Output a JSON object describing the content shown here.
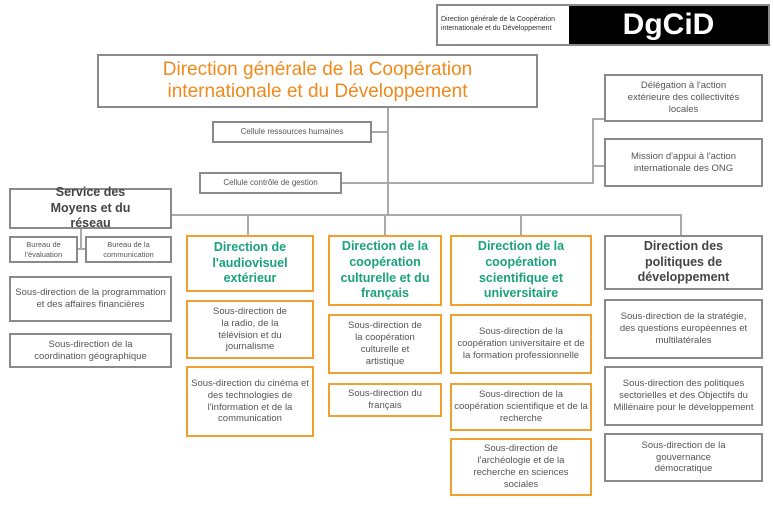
{
  "logo": {
    "caption": "Direction générale de la Coopération internationale et du Développement",
    "mark": "DgCiD"
  },
  "main": "Direction générale de la Coopération internationale et du Développement",
  "cellules": [
    "Cellule ressources humaines",
    "Cellule contrôle de gestion"
  ],
  "right": [
    "Délégation à l'action extérieure des collectivités locales",
    "Mission d'appui à l'action internationale des ONG"
  ],
  "service": {
    "title": "Service des Moyens et du réseau",
    "bureaux": [
      "Bureau de l'évaluation",
      "Bureau de la communication"
    ],
    "subs": [
      "Sous-direction de la programmation et des affaires financières",
      "Sous-direction de la coordination géographique"
    ]
  },
  "columns": [
    {
      "title": "Direction de l'audiovisuel extérieur",
      "subs": [
        "Sous-direction de la radio, de la télévision et du journalisme",
        "Sous-direction du cinéma et des technologies de l'information et de la communication"
      ]
    },
    {
      "title": "Direction de la coopération culturelle et du français",
      "subs": [
        "Sous-direction de la coopération culturelle et artistique",
        "Sous-direction du français"
      ]
    },
    {
      "title": "Direction de la coopération scientifique et universitaire",
      "subs": [
        "Sous-direction de la coopération universitaire et de la formation professionnelle",
        "Sous-direction de la coopération scientifique et de la recherche",
        "Sous-direction de l'archéologie et de la recherche en sciences sociales"
      ]
    },
    {
      "title": "Direction des politiques de développement",
      "subs": [
        "Sous-direction de la stratégie, des questions européennes et multilatérales",
        "Sous-direction des politiques sectorielles et des Objectifs du Millénaire pour le développement",
        "Sous-direction de la gouvernance démocratique"
      ]
    }
  ]
}
